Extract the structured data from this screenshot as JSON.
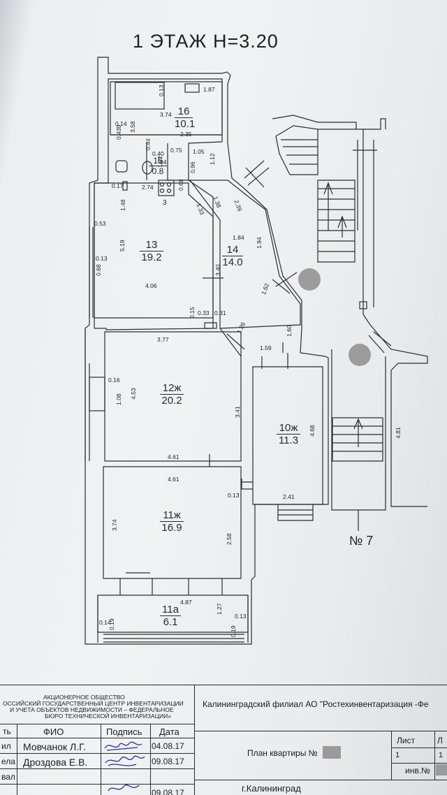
{
  "floor_title": "1 ЭТАЖ  H=3.20",
  "apartment_label": "№ 7",
  "rooms": [
    {
      "id": "16",
      "number": "16",
      "area": "10.1"
    },
    {
      "id": "15",
      "number": "15",
      "area": "0.8"
    },
    {
      "id": "13",
      "number": "13",
      "area": "19.2"
    },
    {
      "id": "14",
      "number": "14",
      "area": "14.0"
    },
    {
      "id": "12",
      "number": "12ж",
      "area": "20.2"
    },
    {
      "id": "10",
      "number": "10ж",
      "area": "11.3"
    },
    {
      "id": "11",
      "number": "11ж",
      "area": "16.9"
    },
    {
      "id": "11a",
      "number": "11а",
      "area": "6.1"
    }
  ],
  "room15_sublabel": "04",
  "room3_label": "3",
  "dimensions": {
    "d_013a": "0.13",
    "d_187": "1.87",
    "d_374a": "3.74",
    "d_014": "0.14",
    "d_0439": "0.439",
    "d_358": "3.58",
    "d_235": "2.35",
    "d_044": "0.44",
    "d_075": "0.75",
    "d_105": "1.05",
    "d_040": "0.40",
    "d_102": "1.02",
    "d_096": "0.96",
    "d_112": "1.12",
    "d_017": "0.17",
    "d_274": "2.74",
    "d_068a": "0.68",
    "d_133": "1.33",
    "d_138": "1.38",
    "d_239": "2.39",
    "d_148": "1.48",
    "d_053": "0.53",
    "d_519": "5.19",
    "d_184": "1.84",
    "d_194": "1.94",
    "d_013b": "0.13",
    "d_068b": "0.68",
    "d_340": "3.40",
    "d_406": "4.06",
    "d_162": "1.62",
    "d_015": "0.15",
    "d_033": "0.33",
    "d_031": "0.31",
    "d_126": "1.26",
    "d_160": "1.60",
    "d_377": "3.77",
    "d_159": "1.59",
    "d_016": "0.16",
    "d_108": "1.08",
    "d_453": "4.53",
    "d_341": "3.41",
    "d_468": "4.68",
    "d_481": "4.81",
    "d_461a": "4.61",
    "d_461b": "4.61",
    "d_013c": "0.13",
    "d_241": "2.41",
    "d_374b": "3.74",
    "d_258": "2.58",
    "d_487": "4.87",
    "d_127": "1.27",
    "d_014b": "0.14",
    "d_019a": "0.19",
    "d_013d": "0.13",
    "d_019b": "0.19"
  },
  "title_block": {
    "org_line1": "АКЦИОНЕРНОЕ ОБЩЕСТВО",
    "org_line2": "ОССИЙСКИЙ ГОСУДАРСТВЕННЫЙ ЦЕНТР ИНВЕНТАРИЗАЦИИ",
    "org_line3": "И УЧЕТА ОБЪЕКТОВ НЕДВИЖИМОСТИ – ФЕДЕРАЛЬНОЕ",
    "org_line4": "БЮРО ТЕХНИЧЕСКОЙ ИНВЕНТАРИЗАЦИИ»",
    "branch": "Калининградский филиал АО \"Ростехинвентаризация -Фе",
    "col_role": "ть",
    "col_name": "ФИО",
    "col_sign": "Подпись",
    "col_date": "Дата",
    "rows": [
      {
        "role": "ил",
        "name": "Мовчанок Л.Г.",
        "date": "04.08.17"
      },
      {
        "role": "ела",
        "name": "Дроздова Е.В.",
        "date": "09.08.17"
      },
      {
        "role": "вал",
        "name": "",
        "date": "09.08.17"
      }
    ],
    "plan_label": "План квартиры №",
    "sheet_label": "Лист",
    "sheets_label": "Л",
    "sheet_value": "1",
    "sheets_value": "1",
    "inv_label": "инв.№",
    "city": "г.Калининград"
  }
}
